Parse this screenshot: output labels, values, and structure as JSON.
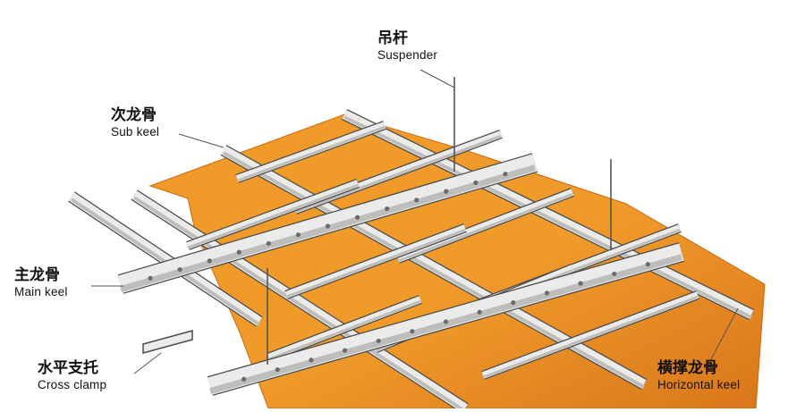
{
  "colors": {
    "board": "#f09a2a",
    "board_dark": "#d9761a",
    "metal": "#ebebea",
    "metal_shade": "#bdbdbb",
    "outline": "#4a4a4a",
    "leader": "#555555"
  },
  "labels": {
    "suspender": {
      "zh": "吊杆",
      "en": "Suspender"
    },
    "sub_keel": {
      "zh": "次龙骨",
      "en": "Sub keel"
    },
    "main_keel": {
      "zh": "主龙骨",
      "en": "Main keel"
    },
    "cross_clamp": {
      "zh": "水平支托",
      "en": "Cross clamp"
    },
    "horizontal_keel": {
      "zh": "横撑龙骨",
      "en": "Horizontal keel"
    }
  }
}
